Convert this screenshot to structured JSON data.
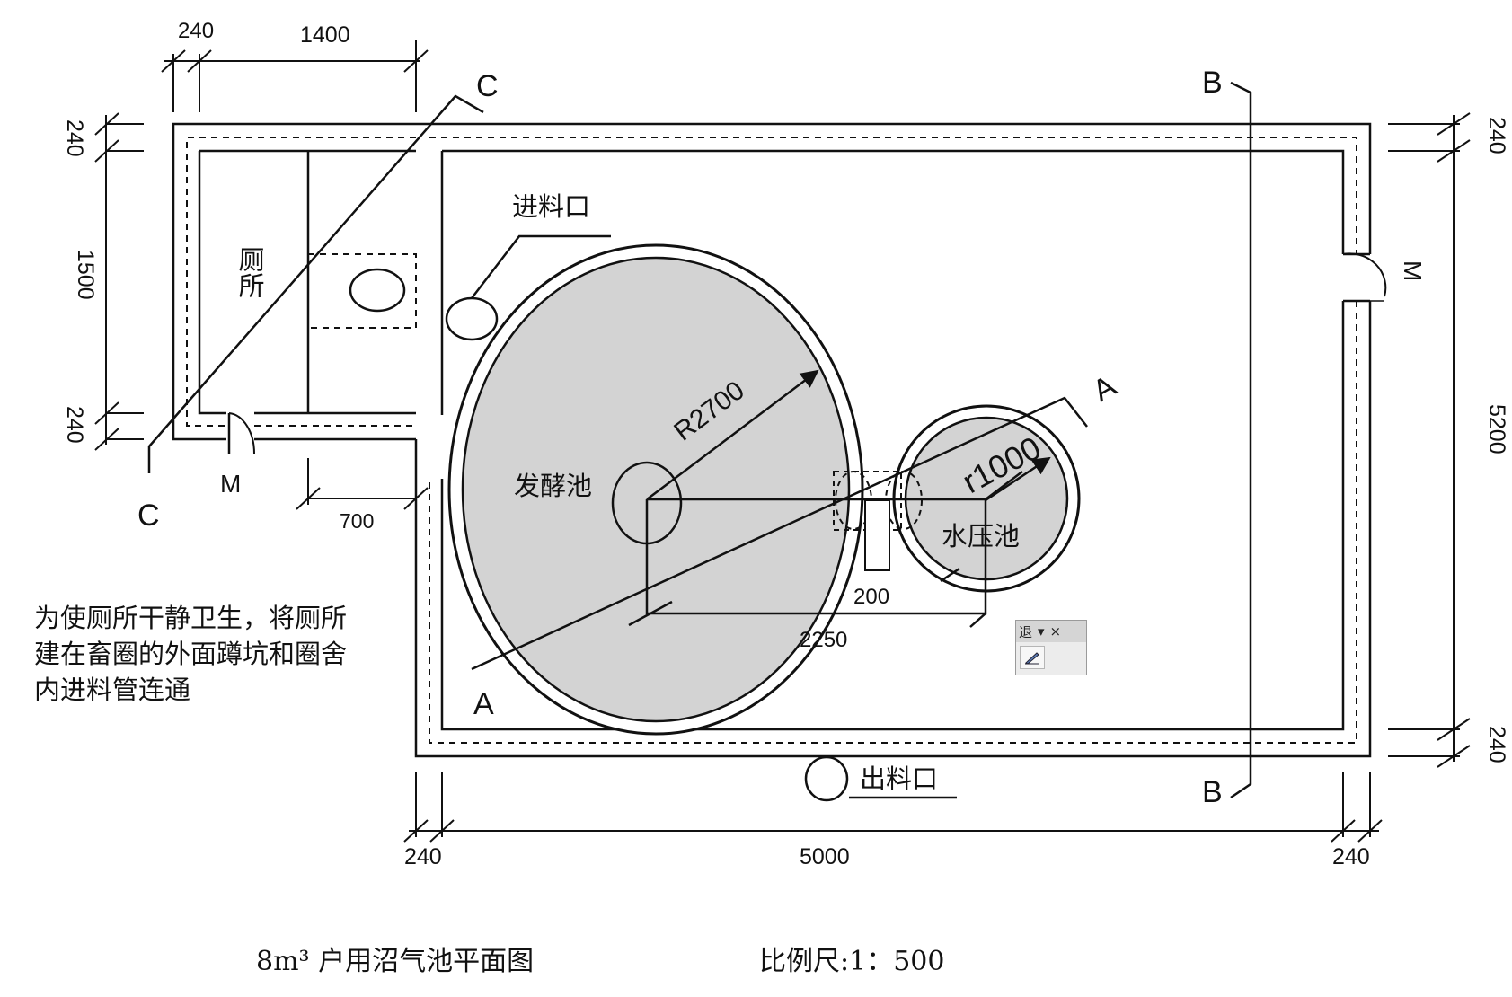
{
  "dimensions": {
    "top_wall": "240",
    "top_toilet": "1400",
    "left_wall_top": "240",
    "left_toilet_height": "1500",
    "left_wall_bottom": "240",
    "toilet_bottom": "700",
    "right_wall_top": "240",
    "right_height": "5200",
    "right_wall_bottom": "240",
    "bottom_left": "240",
    "bottom_width": "5000",
    "bottom_right": "240",
    "big_radius": "R2700",
    "small_radius": "r1000",
    "gap": "200",
    "center_distance": "2250"
  },
  "section_marks": {
    "a": "A",
    "b": "B",
    "c": "C"
  },
  "labels": {
    "toilet": "厕所",
    "inlet": "进料口",
    "fermentation_tank": "发酵池",
    "pressure_tank": "水压池",
    "outlet": "出料口",
    "door_mark": "M"
  },
  "note_lines": [
    "为使厕所干静卫生，将厕所",
    "建在畜圈的外面蹲坑和圈舍",
    "内进料管连通"
  ],
  "caption": {
    "title": "8m³ 户用沼气池平面图",
    "scale": "比例尺:1：500"
  },
  "toolbar": {
    "title": "退",
    "dropdown": "▾",
    "close": "×"
  },
  "colors": {
    "tank_fill": "#d3d3d3",
    "line": "#111111",
    "background": "#ffffff"
  }
}
